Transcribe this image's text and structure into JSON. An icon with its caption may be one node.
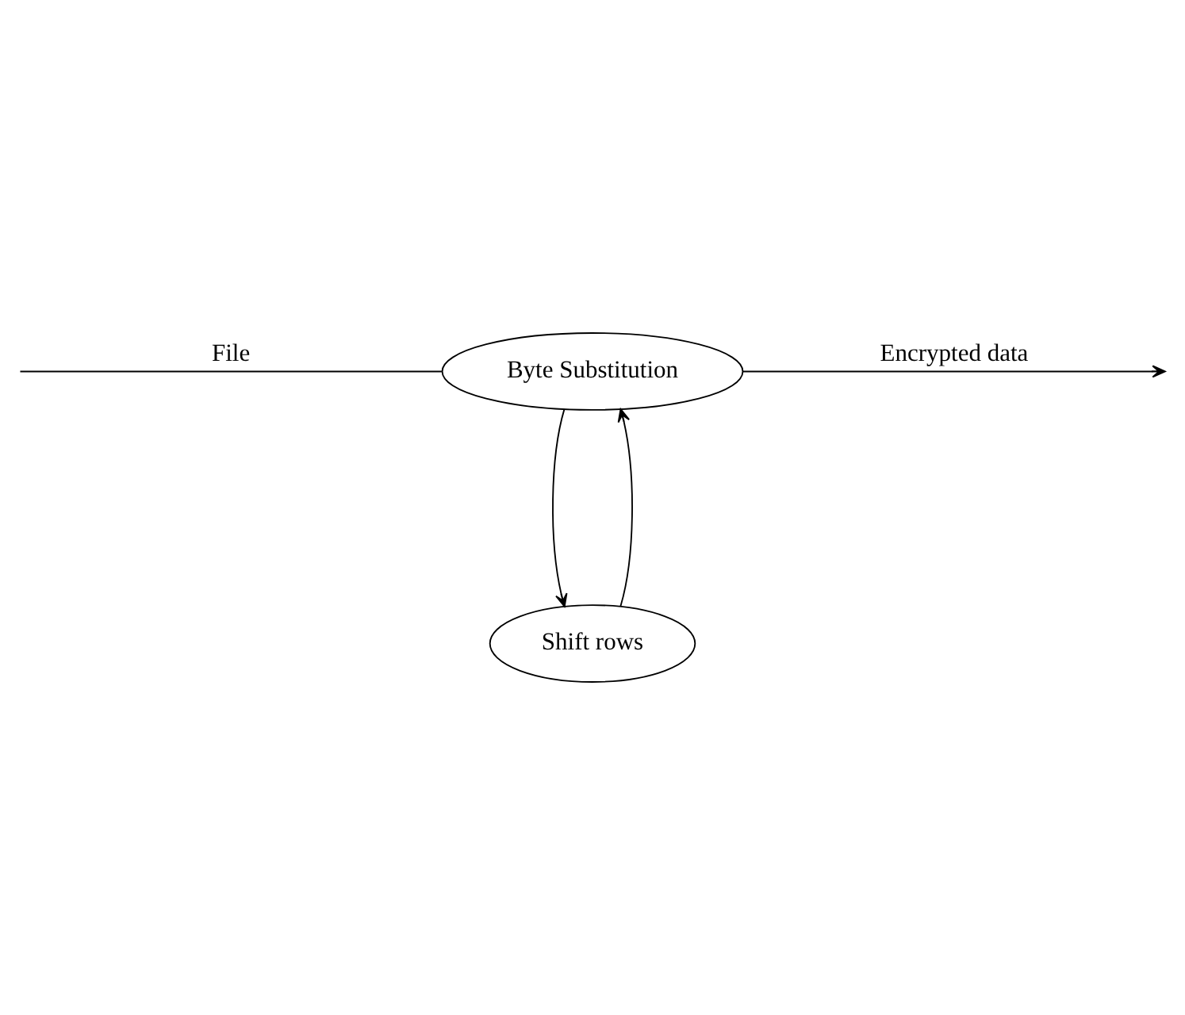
{
  "diagram": {
    "nodes": [
      {
        "text": [
          "Byte Substitution"
        ]
      },
      {
        "text": [
          "Shift rows"
        ]
      }
    ],
    "edges": [
      {
        "from": null,
        "to": 0,
        "arrow": "none",
        "label": "File"
      },
      {
        "from": 0,
        "to": null,
        "arrow": "to",
        "label": "Encrypted data"
      },
      {
        "from": 0,
        "to": 1,
        "arrow": "to"
      },
      {
        "from": 1,
        "to": 0,
        "arrow": "to"
      }
    ]
  }
}
